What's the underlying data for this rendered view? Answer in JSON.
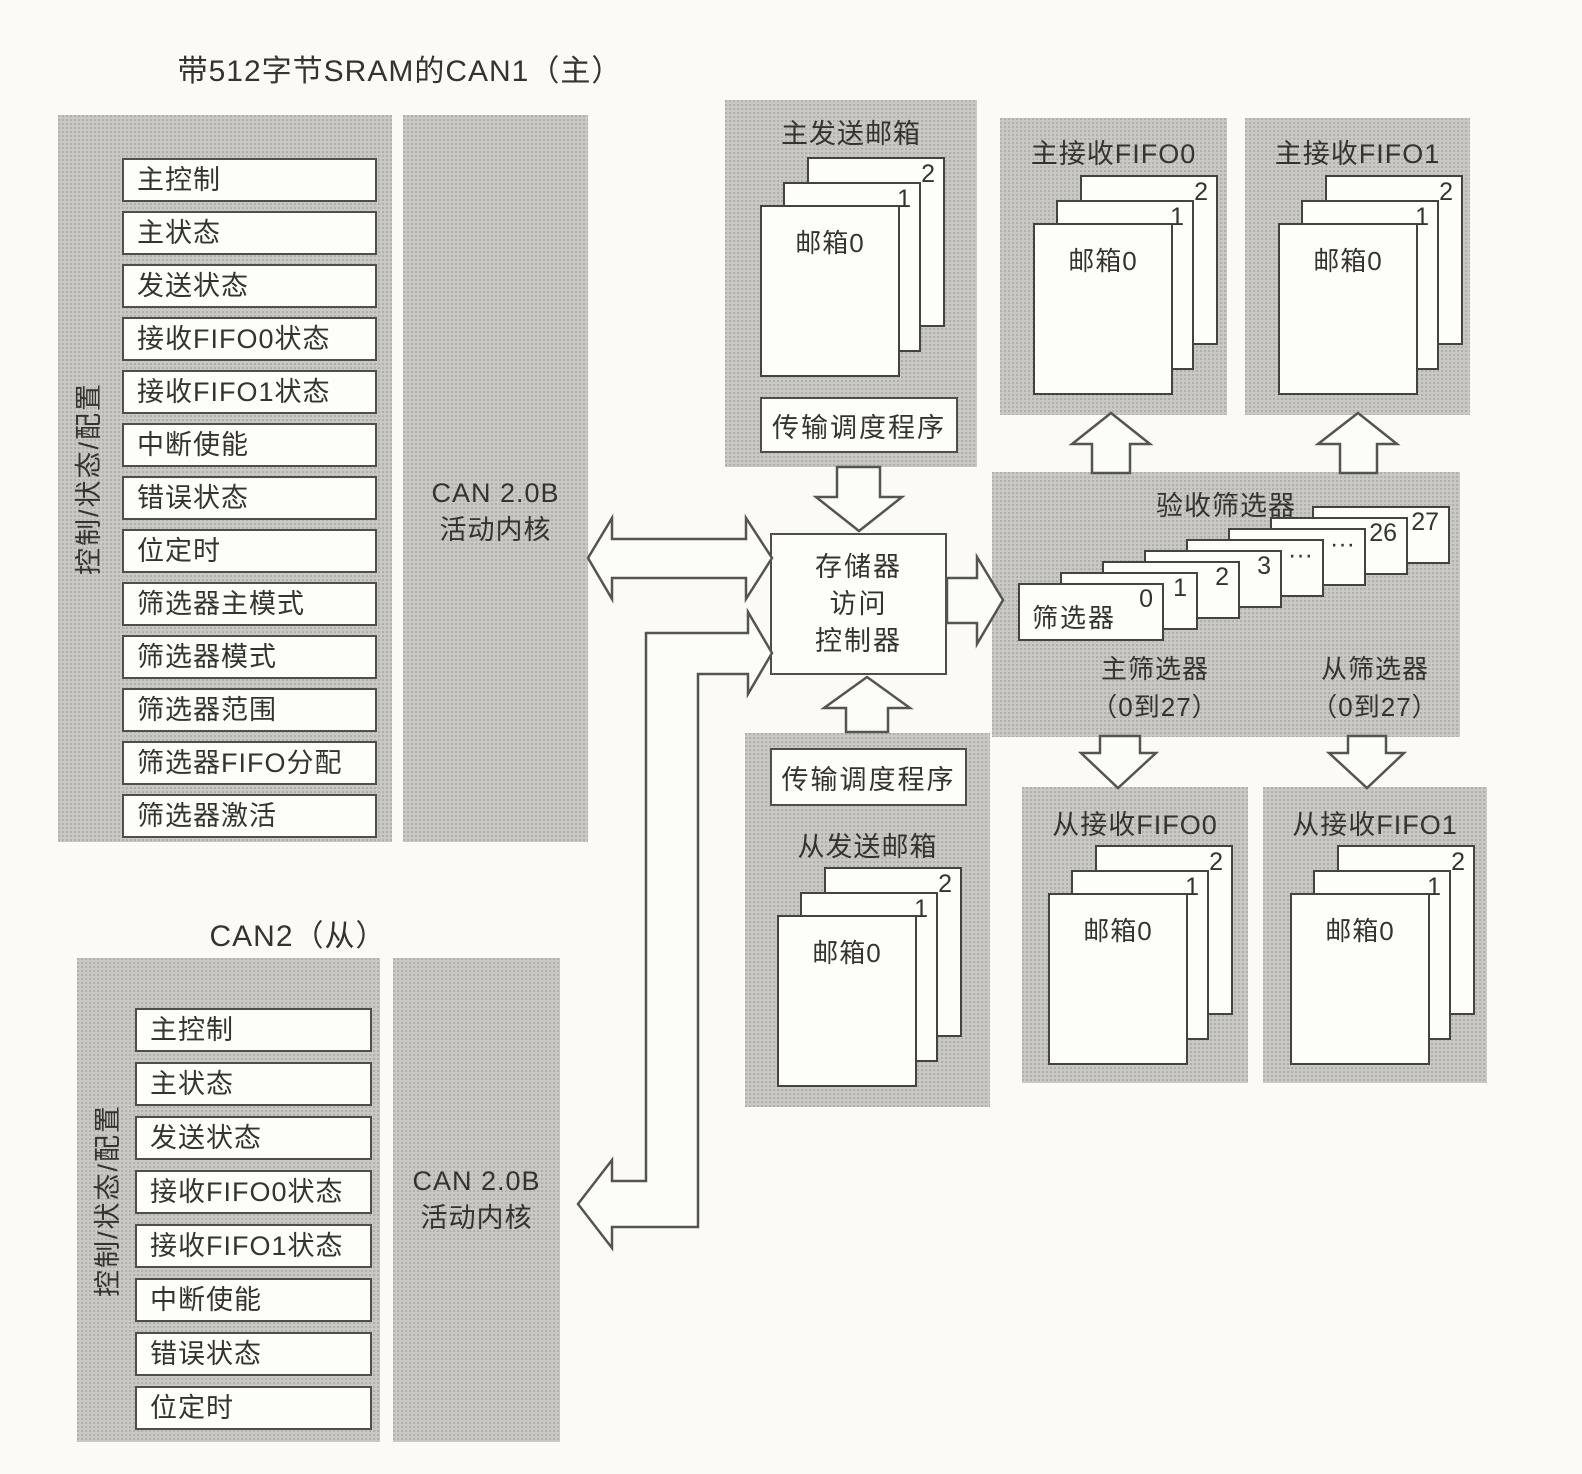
{
  "colors": {
    "panel_gray": "#cac9c5",
    "paper": "#fbfaf7",
    "ink": "#35332f",
    "box_border": "#504e49",
    "arrow_fill": "#fcfcf9"
  },
  "can1": {
    "title": "带512字节SRAM的CAN1（主）",
    "side_label": "控制/状态/配置",
    "core_line1": "CAN 2.0B",
    "core_line2": "活动内核",
    "registers": [
      "主控制",
      "主状态",
      "发送状态",
      "接收FIFO0状态",
      "接收FIFO1状态",
      "中断使能",
      "错误状态",
      "位定时",
      "筛选器主模式",
      "筛选器模式",
      "筛选器范围",
      "筛选器FIFO分配",
      "筛选器激活"
    ]
  },
  "can2": {
    "title": "CAN2（从）",
    "side_label": "控制/状态/配置",
    "core_line1": "CAN 2.0B",
    "core_line2": "活动内核",
    "registers": [
      "主控制",
      "主状态",
      "发送状态",
      "接收FIFO0状态",
      "接收FIFO1状态",
      "中断使能",
      "错误状态",
      "位定时"
    ]
  },
  "memory_controller": {
    "line1": "存储器",
    "line2": "访问",
    "line3": "控制器"
  },
  "master_tx": {
    "title": "主发送邮箱",
    "scheduler": "传输调度程序",
    "front_page": "邮箱0",
    "page1_num": "1",
    "page2_num": "2"
  },
  "slave_tx": {
    "title": "从发送邮箱",
    "scheduler": "传输调度程序",
    "front_page": "邮箱0",
    "page1_num": "1",
    "page2_num": "2"
  },
  "master_rx_fifo0": {
    "title": "主接收FIFO0",
    "front_page": "邮箱0",
    "page1_num": "1",
    "page2_num": "2"
  },
  "master_rx_fifo1": {
    "title": "主接收FIFO1",
    "front_page": "邮箱0",
    "page1_num": "1",
    "page2_num": "2"
  },
  "slave_rx_fifo0": {
    "title": "从接收FIFO0",
    "front_page": "邮箱0",
    "page1_num": "1",
    "page2_num": "2"
  },
  "slave_rx_fifo1": {
    "title": "从接收FIFO1",
    "front_page": "邮箱0",
    "page1_num": "1",
    "page2_num": "2"
  },
  "acceptance_filter": {
    "title": "验收筛选器",
    "front_card_label": "筛选器",
    "card_numbers": [
      "0",
      "1",
      "2",
      "3",
      "···",
      "···",
      "26",
      "27"
    ],
    "master_group_line1": "主筛选器",
    "master_group_line2": "（0到27）",
    "slave_group_line1": "从筛选器",
    "slave_group_line2": "（0到27）"
  }
}
